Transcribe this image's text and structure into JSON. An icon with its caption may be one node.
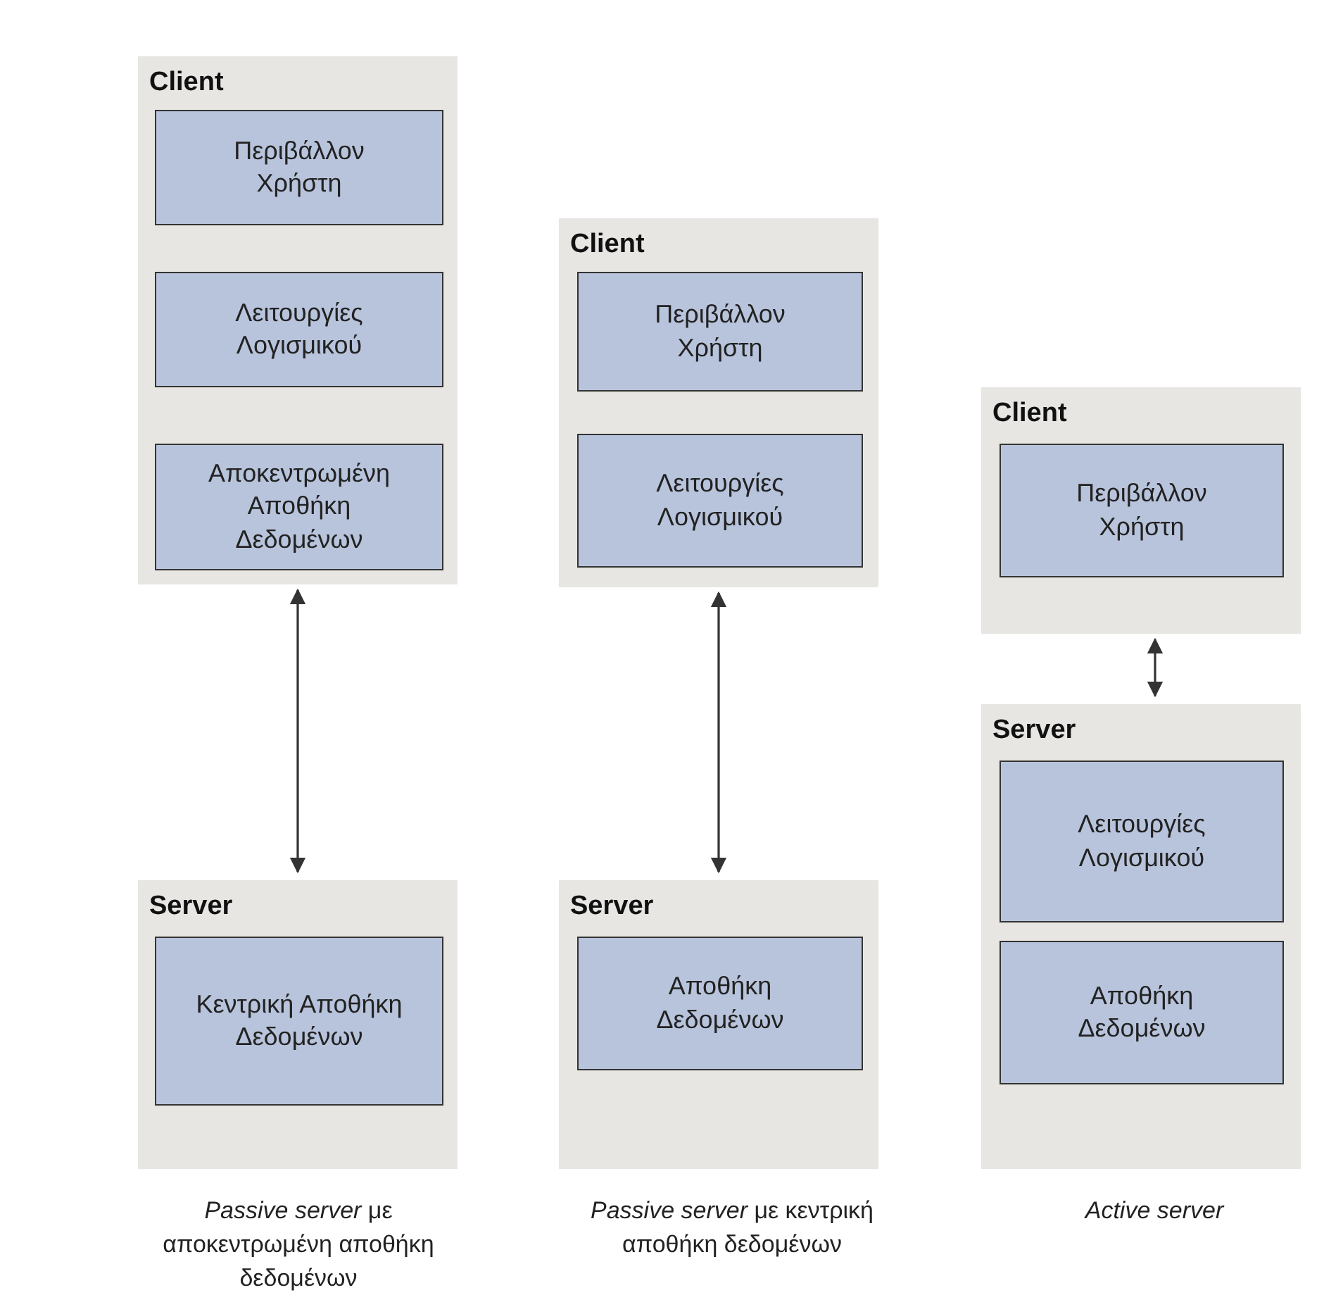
{
  "diagram": {
    "nodes": [
      {
        "text": [
          "Client"
        ]
      },
      {
        "text": [
          "Περιβάλλον Χρήστη"
        ],
        "in": 0
      },
      {
        "text": [
          "Λειτουργίες Λογισμικού"
        ],
        "in": 0
      },
      {
        "text": [
          "Αποκεντρωμένη Αποθήκη Δεδομένων"
        ],
        "in": 0
      },
      {
        "text": [
          "Client"
        ]
      },
      {
        "text": [
          "Περιβάλλον Χρήστη"
        ],
        "in": 4
      },
      {
        "text": [
          "Λειτουργίες Λογισμικού"
        ],
        "in": 4
      },
      {
        "text": [
          "Client"
        ]
      },
      {
        "text": [
          "Περιβάλλον Χρήστη"
        ],
        "in": 7
      },
      {
        "text": [
          "Server"
        ]
      },
      {
        "text": [
          "Κεντρική Αποθήκη Δεδομένων"
        ],
        "in": 9
      },
      {
        "text": [
          "Server"
        ]
      },
      {
        "text": [
          "Αποθήκη Δεδομένων"
        ],
        "in": 11
      },
      {
        "text": [
          "Server"
        ]
      },
      {
        "text": [
          "Λειτουργίες Λογισμικού"
        ],
        "in": 13
      },
      {
        "text": [
          "Αποθήκη Δεδομένων"
        ],
        "in": 13
      }
    ],
    "edges": [
      {
        "from": 0,
        "to": 9,
        "arrow": "both"
      },
      {
        "from": 4,
        "to": 11,
        "arrow": "both"
      },
      {
        "from": 7,
        "to": 13,
        "arrow": "both"
      }
    ],
    "labels": [
      "*Passive server* με αποκεντρωμένη αποθήκη δεδομένων",
      "*Passive server* με κεντρική αποθήκη δεδομένων",
      "*Active server*"
    ]
  }
}
